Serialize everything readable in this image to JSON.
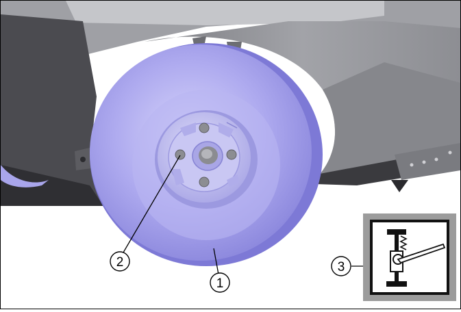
{
  "callouts": {
    "tire": "1",
    "wheel_nut": "2",
    "jack_symbol": "3"
  },
  "colors": {
    "tire": "#a8a4ee",
    "rim": "#c4c1f2",
    "body_dark": "#4a4a4e",
    "body_mid": "#8a8b90",
    "body_light": "#b9babe",
    "panel_gray": "#9a9a9a"
  }
}
